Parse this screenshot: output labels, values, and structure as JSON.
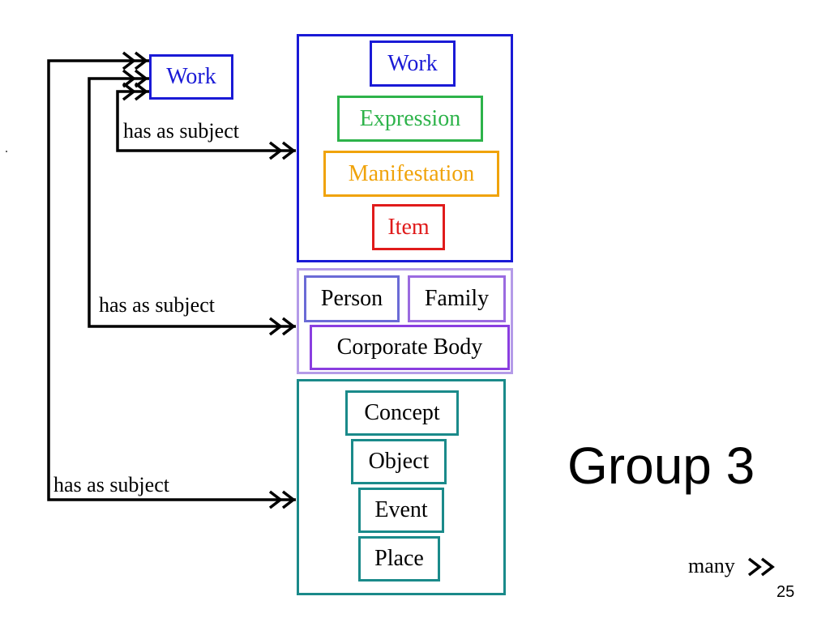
{
  "diagram": {
    "top_entity": "Work",
    "group1": {
      "entities": [
        "Work",
        "Expression",
        "Manifestation",
        "Item"
      ],
      "colors": {
        "work": "#1a1ad6",
        "expression": "#2db34a",
        "manifestation": "#f0a30a",
        "item": "#e01b1b"
      }
    },
    "group2": {
      "entities": [
        "Person",
        "Family",
        "Corporate Body"
      ],
      "colors": {
        "person": "#6b6bd6",
        "family": "#9b6be0",
        "corporate_body": "#8a3ee0"
      }
    },
    "group3": {
      "entities": [
        "Concept",
        "Object",
        "Event",
        "Place"
      ],
      "color": "#1a8a8a"
    },
    "relationships": [
      "has as subject",
      "has as subject",
      "has as subject"
    ],
    "connector_color": "#000000"
  },
  "slide": {
    "title": "Group 3",
    "legend_label": "many",
    "legend_arrow": "➔➔",
    "page_number": "25"
  }
}
